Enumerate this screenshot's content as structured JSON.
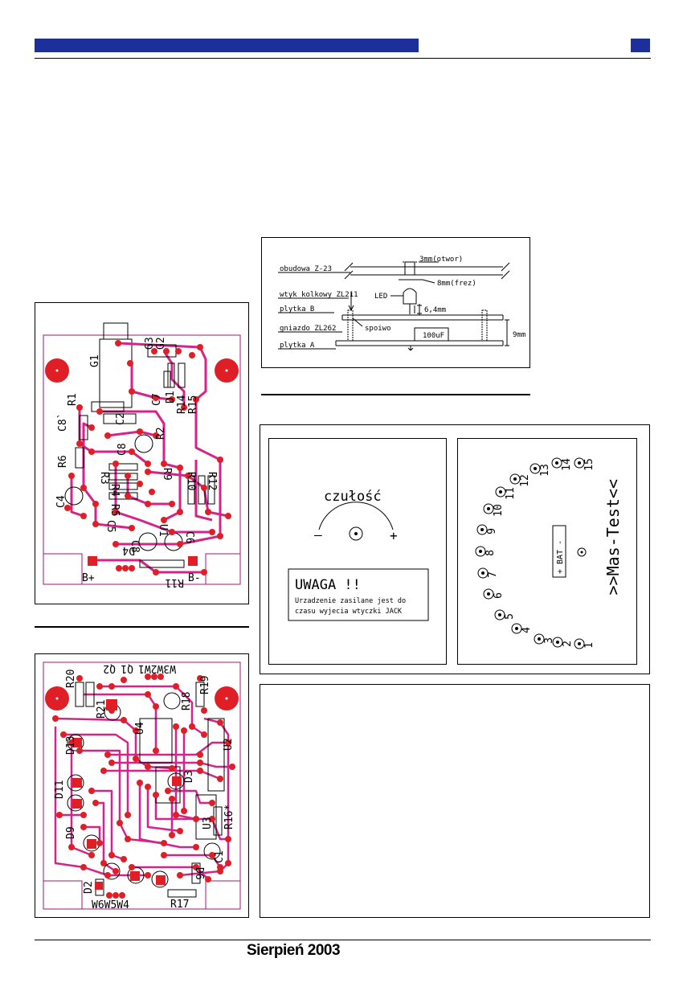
{
  "footer": {
    "date": "Sierpień 2003"
  },
  "colors": {
    "header": "#1d2f9a",
    "track": "#d4248a",
    "pad": "#e01e26",
    "outline": "#a0157a"
  },
  "board1": {
    "labels": {
      "g1": "G1",
      "r1": "R1",
      "c8p": "C8`",
      "r6": "R6",
      "c4": "C4",
      "c2": "C2",
      "r2": "R2",
      "c8": "C8",
      "c7": "C7",
      "d1": "D1",
      "r14": "R14",
      "r15": "R15",
      "g3": "G3",
      "g2": "G2",
      "r9": "R9",
      "r10": "R10",
      "r12": "R12",
      "r3": "R3",
      "r4": "R4",
      "r5": "R5",
      "c5": "C5",
      "c6": "C6",
      "u1": "U1",
      "r11": "R11",
      "d4": "D4",
      "bp": "B+",
      "bm": "B-"
    }
  },
  "board2": {
    "labels": {
      "r20": "R20",
      "q2": "Q2",
      "q1": "Q1",
      "w3": "W3W2W1",
      "r19": "R19",
      "r21": "R21",
      "r18": "R18",
      "u4": "U4",
      "u2": "U2",
      "d13": "D13",
      "d11": "D11",
      "d9": "D9",
      "d3": "D3",
      "r16": "R16*",
      "u3": "U3",
      "c1": "C1",
      "d2": "D2",
      "w6": "W6W5W4",
      "r17": "R17",
      "d6": "D6"
    }
  },
  "assembly": {
    "obudowa": "obudowa Z-23",
    "hole": "3mm(otwor)",
    "frez": "8mm(frez)",
    "wtyk": "wtyk kolkowy ZL211",
    "led": "LED",
    "h64": "6,4mm",
    "plytkaB": "plytka B",
    "spoiwo": "spoiwo",
    "gniazdo": "gniazdo ZL262",
    "cap": "100uF",
    "plytkaA": "plytka A",
    "h9": "9mm"
  },
  "panel": {
    "sensitivity": "czułość",
    "minus": "–",
    "plus": "+",
    "warn_title": "UWAGA !!",
    "warn_line1": "Urzadzenie zasilane jest do",
    "warn_line2": "czasu wyjecia wtyczki JACK",
    "brand": ">>Mas-Test<<",
    "bat": "+ BAT -",
    "scale": [
      "1",
      "2",
      "3",
      "4",
      "5",
      "6",
      "7",
      "8",
      "9",
      "10",
      "11",
      "12",
      "13",
      "14",
      "15"
    ]
  }
}
